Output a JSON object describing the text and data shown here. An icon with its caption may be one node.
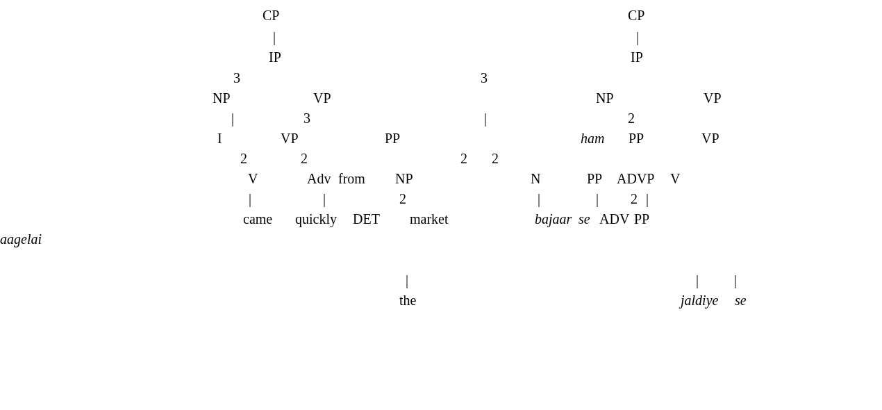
{
  "diagram": {
    "labels": [
      "CP",
      "CP",
      "|",
      "|",
      "IP",
      "IP",
      "3",
      "3",
      "NP",
      "VP",
      "NP",
      "VP",
      "|",
      "3",
      "|",
      "2",
      "I",
      "VP",
      "PP",
      "ham",
      "PP",
      "VP",
      "2",
      "2",
      "2",
      "2",
      "V",
      "Adv",
      "from",
      "NP",
      "N",
      "PP",
      "ADVP",
      "V",
      "|",
      "|",
      "2",
      "|",
      "|",
      "2",
      "|",
      "came",
      "quickly",
      "DET",
      "market",
      "bajaar",
      "se",
      "ADV",
      "PP",
      "aagelai",
      "|",
      "|",
      "|",
      "the",
      "jaldiye",
      "se"
    ]
  }
}
